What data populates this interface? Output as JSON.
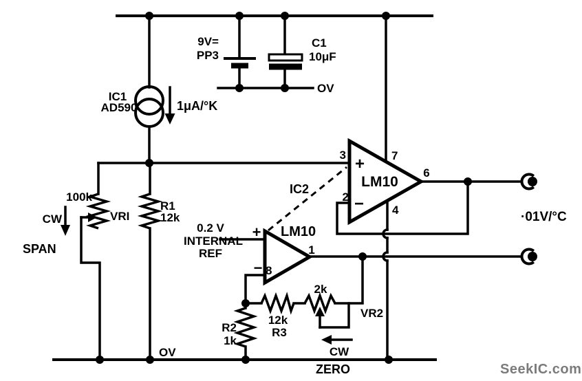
{
  "colors": {
    "ink": "#000000",
    "watermark": "#7b7b7b",
    "background": "#ffffff"
  },
  "schematic": {
    "supply": {
      "battery_voltage": "9V=",
      "battery_name": "PP3",
      "capacitor_ref": "C1",
      "capacitor_value": "10μF",
      "rail_label": "OV"
    },
    "sensor": {
      "ref": "IC1",
      "part": "AD590",
      "current_label": "1μA/°K"
    },
    "span": {
      "pot_value": "100k",
      "pot_ref": "VRI",
      "cw_label": "CW",
      "function_label": "SPAN"
    },
    "r1": {
      "ref": "R1",
      "value": "12k"
    },
    "main_amp": {
      "part": "LM10",
      "plus": "+",
      "minus": "−",
      "pin_noninv": "3",
      "pin_supply_pos": "7",
      "pin_inv": "2",
      "pin_supply_neg": "4",
      "pin_out": "6"
    },
    "package_ref": "IC2",
    "ref_amp": {
      "part": "LM10",
      "plus": "+",
      "minus": "−",
      "pin_inv": "8",
      "pin_out": "1",
      "ref_line1": "0.2 V",
      "ref_line2": "INTERNAL",
      "ref_line3": "REF"
    },
    "r2": {
      "ref": "R2",
      "value": "1k"
    },
    "r3": {
      "value": "12k",
      "ref": "R3"
    },
    "zero": {
      "pot_value": "2k",
      "pot_ref": "VR2",
      "cw_label": "CW",
      "function_label": "ZERO"
    },
    "ground_label": "OV",
    "output_label": "·01V/°C",
    "watermark": "SeekIC.com"
  }
}
